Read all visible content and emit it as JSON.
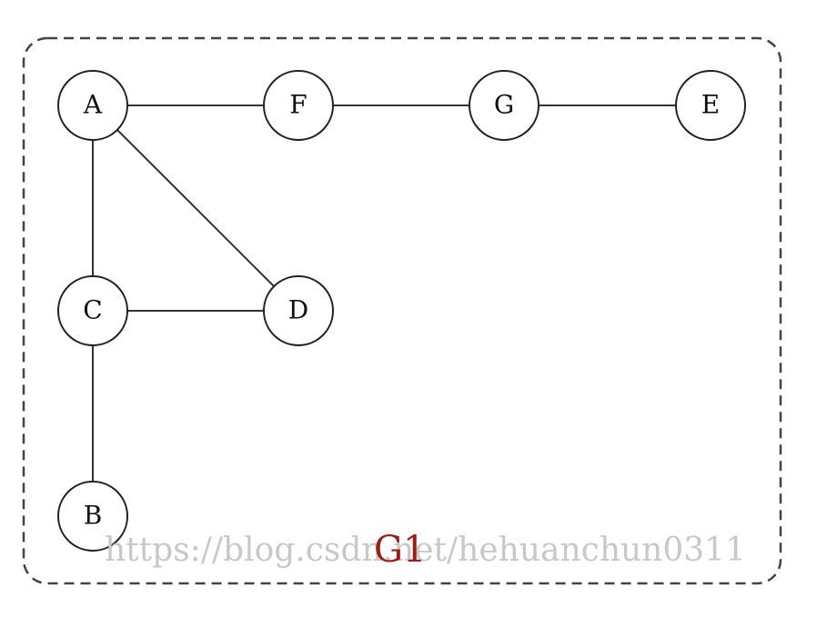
{
  "graph": {
    "name": "G1",
    "nodes": [
      {
        "id": "A",
        "label": "A"
      },
      {
        "id": "F",
        "label": "F"
      },
      {
        "id": "G",
        "label": "G"
      },
      {
        "id": "E",
        "label": "E"
      },
      {
        "id": "C",
        "label": "C"
      },
      {
        "id": "D",
        "label": "D"
      },
      {
        "id": "B",
        "label": "B"
      }
    ],
    "edges": [
      {
        "from": "A",
        "to": "F"
      },
      {
        "from": "F",
        "to": "G"
      },
      {
        "from": "G",
        "to": "E"
      },
      {
        "from": "A",
        "to": "C"
      },
      {
        "from": "A",
        "to": "D"
      },
      {
        "from": "C",
        "to": "D"
      },
      {
        "from": "C",
        "to": "B"
      }
    ]
  },
  "watermark": "https://blog.csdn.net/hehuanchun0311",
  "colors": {
    "node_stroke": "#222222",
    "edge_stroke": "#333333",
    "border_stroke": "#444444",
    "graph_name": "#a11a1a",
    "watermark": "#c8c8c8"
  }
}
